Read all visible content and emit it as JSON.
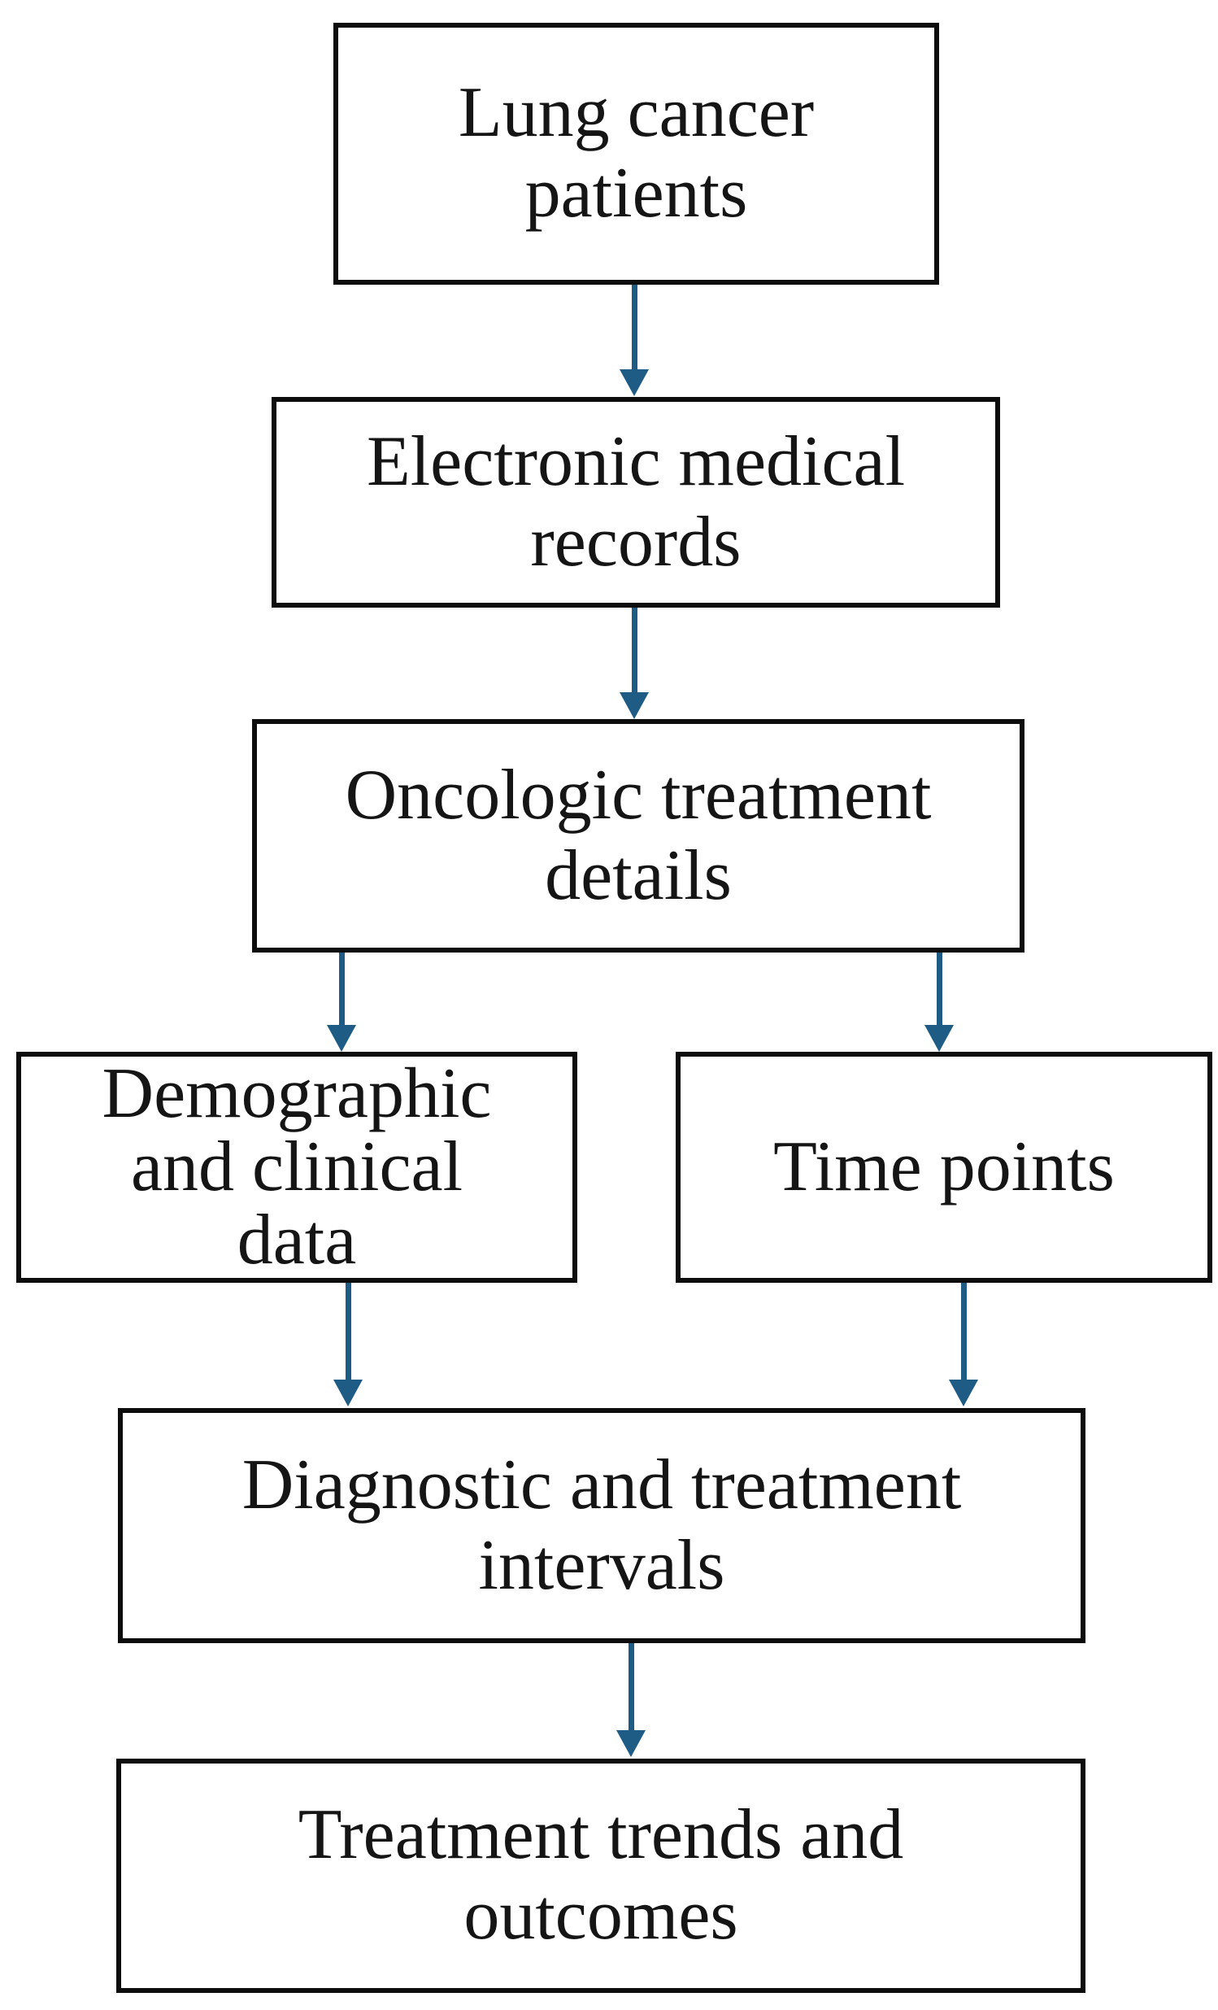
{
  "figure": {
    "type": "flowchart",
    "background_color": "#ffffff",
    "box_border_color": "#0d0d0d",
    "arrow_color": "#1f5c85",
    "text_color": "#151515",
    "nodes": {
      "box1": {
        "label": "Lung cancer patients",
        "lines": [
          "Lung cancer",
          "patients"
        ]
      },
      "box2": {
        "label": "Electronic medical records",
        "lines": [
          "Electronic medical",
          "records"
        ]
      },
      "box3": {
        "label": "Oncologic treatment details",
        "lines": [
          "Oncologic treatment",
          "details"
        ]
      },
      "box4": {
        "label": "Demographic and clinical data",
        "lines": [
          "Demographic",
          "and clinical",
          "data"
        ]
      },
      "box5": {
        "label": "Time points",
        "lines": [
          "Time points"
        ]
      },
      "box6": {
        "label": "Diagnostic and treatment intervals",
        "lines": [
          "Diagnostic and treatment",
          "intervals"
        ]
      },
      "box7": {
        "label": "Treatment trends and outcomes",
        "lines": [
          "Treatment trends and",
          "outcomes"
        ]
      }
    },
    "edges": [
      {
        "from": "box1",
        "to": "box2"
      },
      {
        "from": "box2",
        "to": "box3"
      },
      {
        "from": "box3",
        "to": "box4"
      },
      {
        "from": "box3",
        "to": "box5"
      },
      {
        "from": "box4",
        "to": "box6"
      },
      {
        "from": "box5",
        "to": "box6"
      },
      {
        "from": "box6",
        "to": "box7"
      }
    ]
  }
}
